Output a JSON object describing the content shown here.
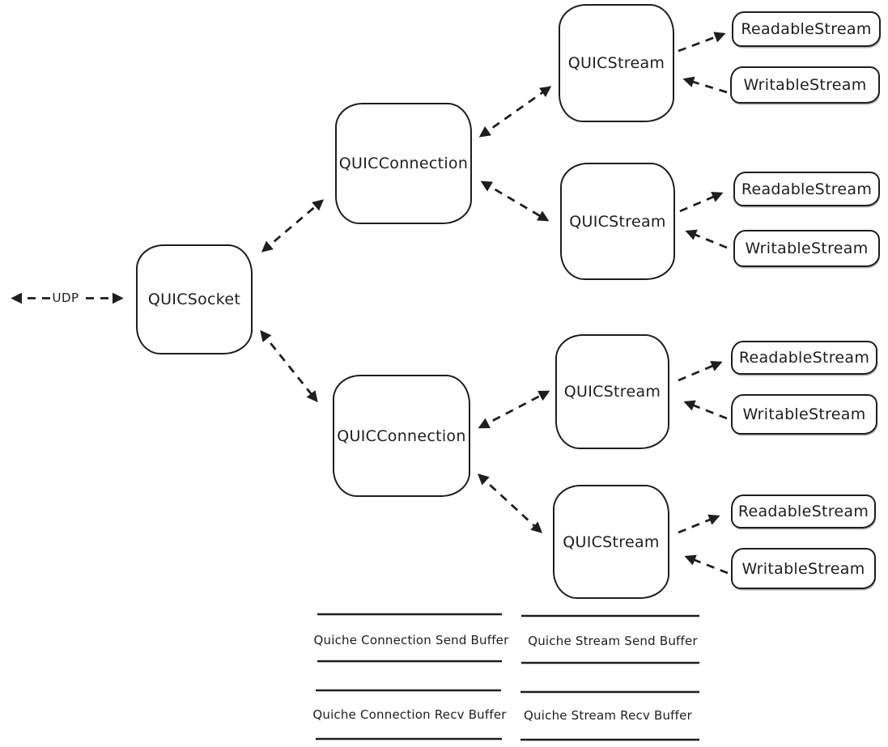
{
  "colors": {
    "stroke": "#1e1e1e",
    "background": "#ffffff",
    "pill_shadow": "#b3b3b3"
  },
  "nodes": {
    "udp": {
      "label": "UDP"
    },
    "socket": {
      "label": "QUICSocket"
    },
    "connection_top": {
      "label": "QUICConnection"
    },
    "connection_bottom": {
      "label": "QUICConnection"
    },
    "stream_1": {
      "label": "QUICStream"
    },
    "stream_2": {
      "label": "QUICStream"
    },
    "stream_3": {
      "label": "QUICStream"
    },
    "stream_4": {
      "label": "QUICStream"
    },
    "readable_1": {
      "label": "ReadableStream"
    },
    "writable_1": {
      "label": "WritableStream"
    },
    "readable_2": {
      "label": "ReadableStream"
    },
    "writable_2": {
      "label": "WritableStream"
    },
    "readable_3": {
      "label": "ReadableStream"
    },
    "writable_3": {
      "label": "WritableStream"
    },
    "readable_4": {
      "label": "ReadableStream"
    },
    "writable_4": {
      "label": "WritableStream"
    }
  },
  "buffers": {
    "connection_send": {
      "label": "Quiche Connection Send Buffer"
    },
    "connection_recv": {
      "label": "Quiche Connection Recv Buffer"
    },
    "stream_send": {
      "label": "Quiche Stream Send Buffer"
    },
    "stream_recv": {
      "label": "Quiche Stream Recv Buffer"
    }
  }
}
